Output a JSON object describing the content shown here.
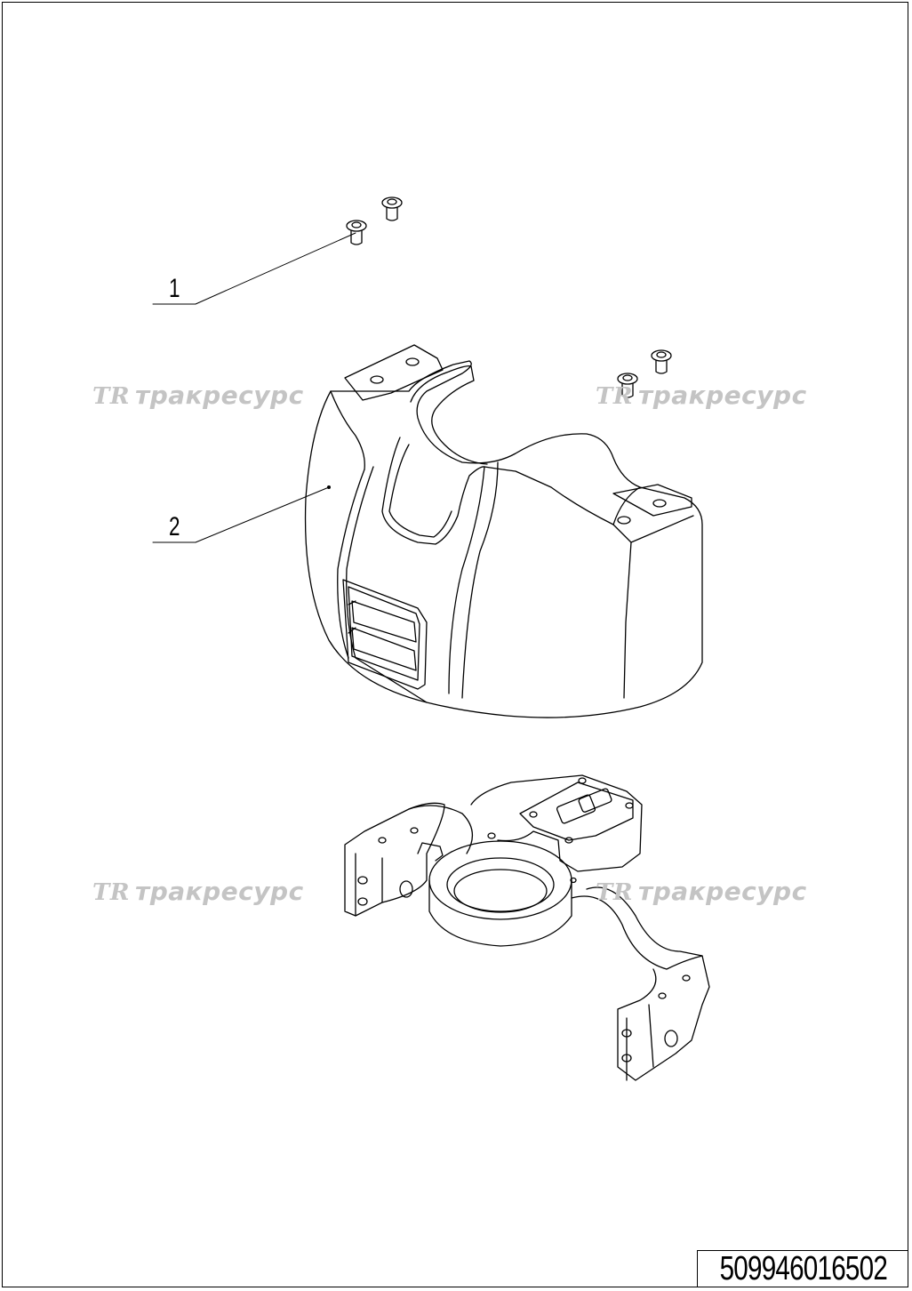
{
  "callouts": [
    {
      "label": "1"
    },
    {
      "label": "2"
    }
  ],
  "watermarks": [
    {
      "mark": "TR",
      "text": "тракресурс"
    },
    {
      "mark": "TR",
      "text": "тракресурс"
    },
    {
      "mark": "TR",
      "text": "тракресурс"
    },
    {
      "mark": "TR",
      "text": "тракресурс"
    }
  ],
  "document_number": "509946016502",
  "colors": {
    "line": "#000000",
    "watermark": "#c4c4c4",
    "background": "#ffffff"
  }
}
